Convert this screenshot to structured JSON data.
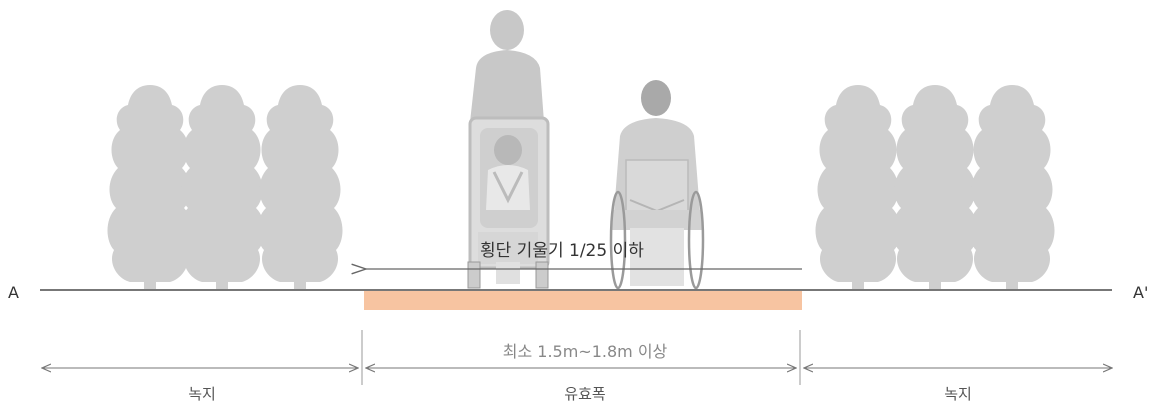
{
  "colors": {
    "tree": "#cfcfcf",
    "trunk": "#c4c4c4",
    "figure": "#c8c8c8",
    "figure_dark": "#a9a9a9",
    "ground_line": "#777777",
    "pavement": "#f7c4a1",
    "dim_line": "#777777",
    "text": "#444444"
  },
  "labels": {
    "end_left": "A",
    "end_right": "A'",
    "slope": "횡단 기울기 1/25 이하",
    "width": "최소 1.5m~1.8m 이상",
    "left_section": "녹지",
    "center_section": "유효폭",
    "right_section": "녹지"
  },
  "icons": {
    "trees_left": "tree-icon",
    "trees_right": "tree-icon",
    "stroller_person": "person-with-stroller-icon",
    "wheelchair_user": "wheelchair-user-icon",
    "slope_arrow": "arrow-left-icon"
  }
}
